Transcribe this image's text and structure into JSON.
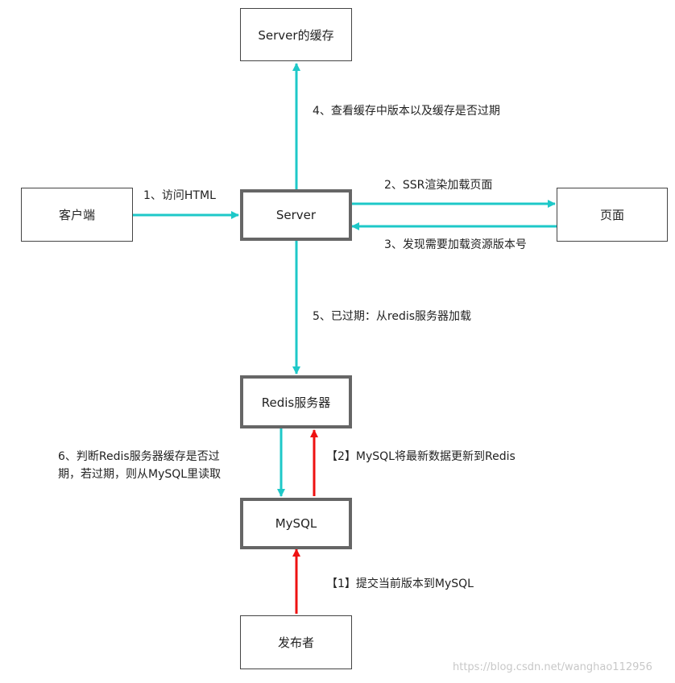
{
  "nodes": {
    "server_cache": "Server的缓存",
    "client": "客户端",
    "server": "Server",
    "page": "页面",
    "redis": "Redis服务器",
    "mysql": "MySQL",
    "publisher": "发布者"
  },
  "edges": {
    "e1": "1、访问HTML",
    "e2": "2、SSR渲染加载页面",
    "e3": "3、发现需要加载资源版本号",
    "e4": "4、查看缓存中版本以及缓存是否过期",
    "e5": "5、已过期：从redis服务器加载",
    "e6_line1": "6、判断Redis服务器缓存是否过",
    "e6_line2": "期，若过期，则从MySQL里读取",
    "r2": "【2】MySQL将最新数据更新到Redis",
    "r1": "【1】提交当前版本到MySQL"
  },
  "watermark": "https://blog.csdn.net/wanghao112956",
  "colors": {
    "primary_arrow": "#1ec8c8",
    "update_arrow": "#ee1111"
  }
}
